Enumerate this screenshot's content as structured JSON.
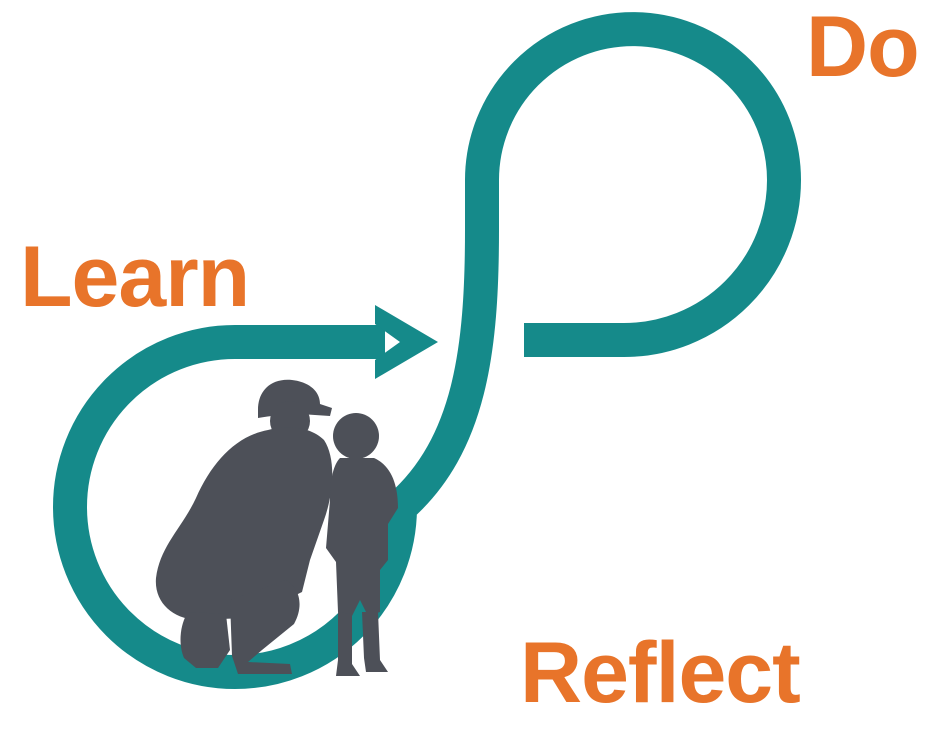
{
  "diagram": {
    "stages": {
      "learn": "Learn",
      "do": "Do",
      "reflect": "Reflect"
    },
    "colors": {
      "loop": "#158a8a",
      "label": "#e8742a",
      "figure": "#4d5058",
      "background": "#ffffff"
    },
    "icons": {
      "arrow": "arrow-right-icon",
      "figures": "adult-and-child-silhouette-icon"
    }
  }
}
